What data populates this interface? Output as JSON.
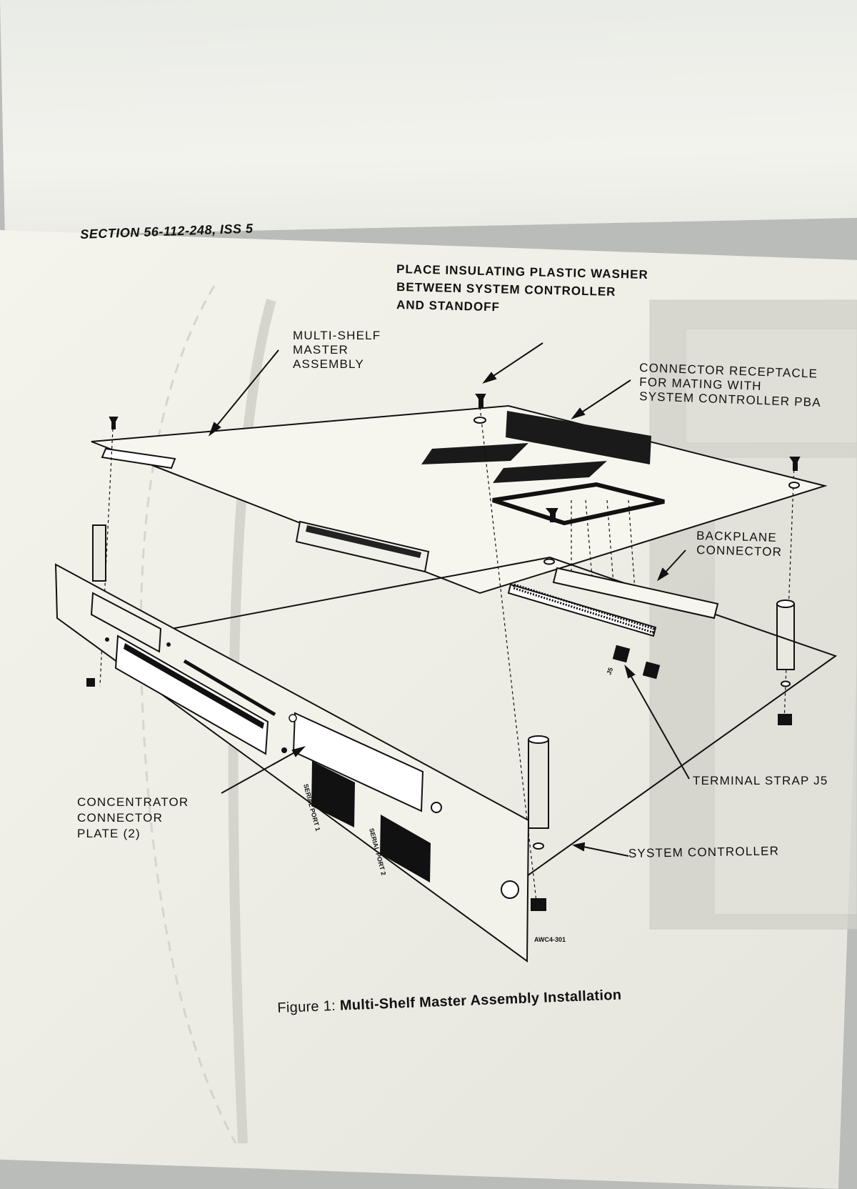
{
  "header": {
    "section": "SECTION 56-112-248, ISS 5"
  },
  "callouts": {
    "washer_line1": "PLACE INSULATING PLASTIC WASHER",
    "washer_line2": "BETWEEN SYSTEM CONTROLLER",
    "washer_line3": "AND STANDOFF",
    "msma_line1": "MULTI-SHELF",
    "msma_line2": "MASTER",
    "msma_line3": "ASSEMBLY",
    "receptacle_line1": "CONNECTOR RECEPTACLE",
    "receptacle_line2": "FOR MATING WITH",
    "receptacle_line3": "SYSTEM CONTROLLER PBA",
    "backplane_line1": "BACKPLANE",
    "backplane_line2": "CONNECTOR",
    "concentrator_line1": "CONCENTRATOR",
    "concentrator_line2": "CONNECTOR",
    "concentrator_line3": "PLATE (2)",
    "terminal_strap": "TERMINAL STRAP J5",
    "system_controller": "SYSTEM CONTROLLER"
  },
  "panel_labels": {
    "serial_port_1": "SERIAL PORT 1",
    "serial_port_2": "SERIAL PORT 2",
    "j5": "J5",
    "drawing_number": "AWC4-301"
  },
  "caption": {
    "figure": "Figure 1:",
    "title": "Multi-Shelf Master Assembly Installation"
  }
}
